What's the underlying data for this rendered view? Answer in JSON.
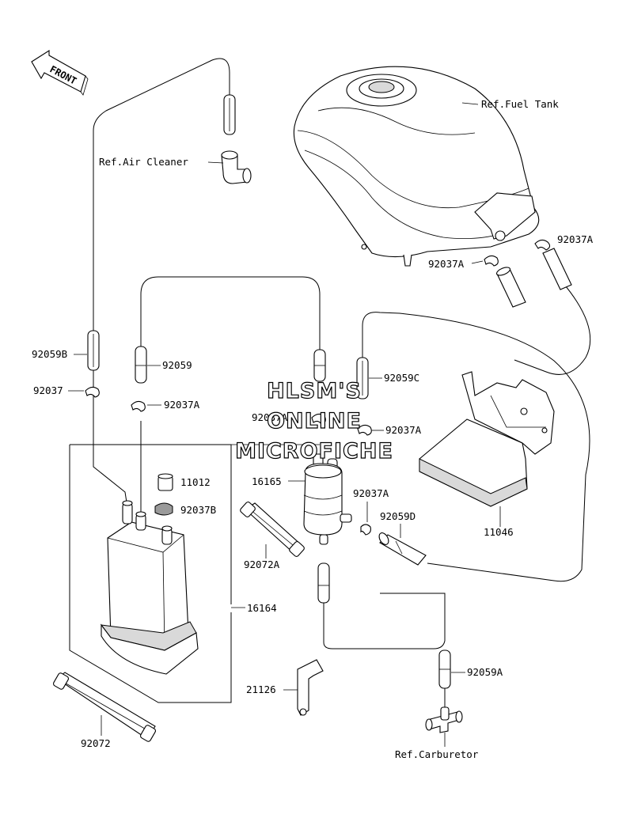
{
  "front_marker": "FRONT",
  "watermark": [
    "HLSM'S",
    "ONLINE",
    "MICROFICHE"
  ],
  "labels": {
    "ref_fuel_tank": "Ref.Fuel Tank",
    "ref_air_cleaner": "Ref.Air Cleaner",
    "ref_carburetor": "Ref.Carburetor",
    "p92037A_tank_right": "92037A",
    "p92037A_tank_left": "92037A",
    "p92059B": "92059B",
    "p92059": "92059",
    "p92059C": "92059C",
    "p92037": "92037",
    "p92037A_left": "92037A",
    "p92037A_mid": "92037A",
    "p92037A_right": "92037A",
    "p11012": "11012",
    "p92037B": "92037B",
    "p16165": "16165",
    "p92037A_filter": "92037A",
    "p92059D": "92059D",
    "p11046": "11046",
    "p92072A": "92072A",
    "p16164": "16164",
    "p21126": "21126",
    "p92059A": "92059A",
    "p92072": "92072"
  }
}
